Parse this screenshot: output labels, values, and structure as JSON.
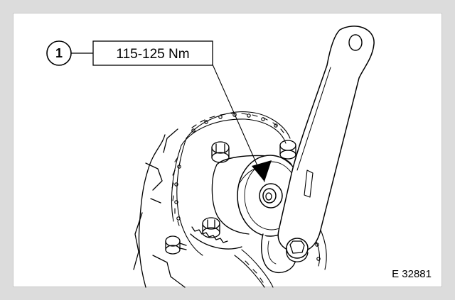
{
  "callout": {
    "number": "1",
    "torque": "115-125 Nm"
  },
  "figure_id": "E 32881",
  "colors": {
    "page_background": "#dcdcdc",
    "figure_background": "#ffffff",
    "line": "#000000"
  }
}
